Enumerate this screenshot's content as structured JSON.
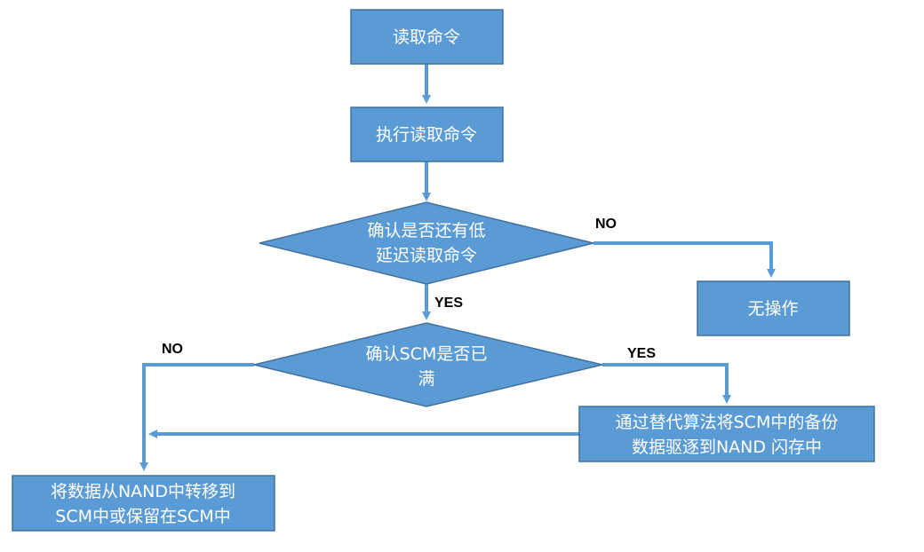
{
  "nodes": {
    "read_cmd": "读取命令",
    "exec_read": "执行读取命令",
    "check_low_latency": [
      "确认是否还有低",
      "延迟读取命令"
    ],
    "no_op": "无操作",
    "check_scm_full": [
      "确认SCM是否已",
      "满"
    ],
    "evict": [
      "通过替代算法将SCM中的备份",
      "数据驱逐到NAND 闪存中"
    ],
    "move_data": [
      "将数据从NAND中转移到",
      "SCM中或保留在SCM中"
    ]
  },
  "edges": {
    "no_1": "NO",
    "yes_1": "YES",
    "no_2": "NO",
    "yes_2": "YES"
  },
  "colors": {
    "fill": "#5b9bd5",
    "border": "#41719c",
    "text": "#ffffff",
    "arrow": "#5b9bd5"
  }
}
